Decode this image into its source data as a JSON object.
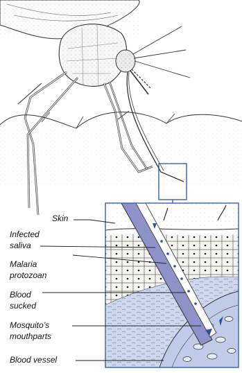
{
  "labels": {
    "skin": "Skin",
    "infected_saliva_1": "Infected",
    "infected_saliva_2": "saliva",
    "malaria_1": "Malaria",
    "malaria_2": "protozoan",
    "blood_sucked_1": "Blood",
    "blood_sucked_2": "sucked",
    "mouthparts_1": "Mosquito’s",
    "mouthparts_2": "mouthparts",
    "blood_vessel": "Blood vessel"
  },
  "colors": {
    "inset_border": "#3a5fa8",
    "tissue_blue": "#cdd8ee",
    "vessel_blue": "#bfcbe8",
    "proboscis": "#8d93c8",
    "flow_arrow": "#2f4fa2",
    "line": "#222222"
  }
}
